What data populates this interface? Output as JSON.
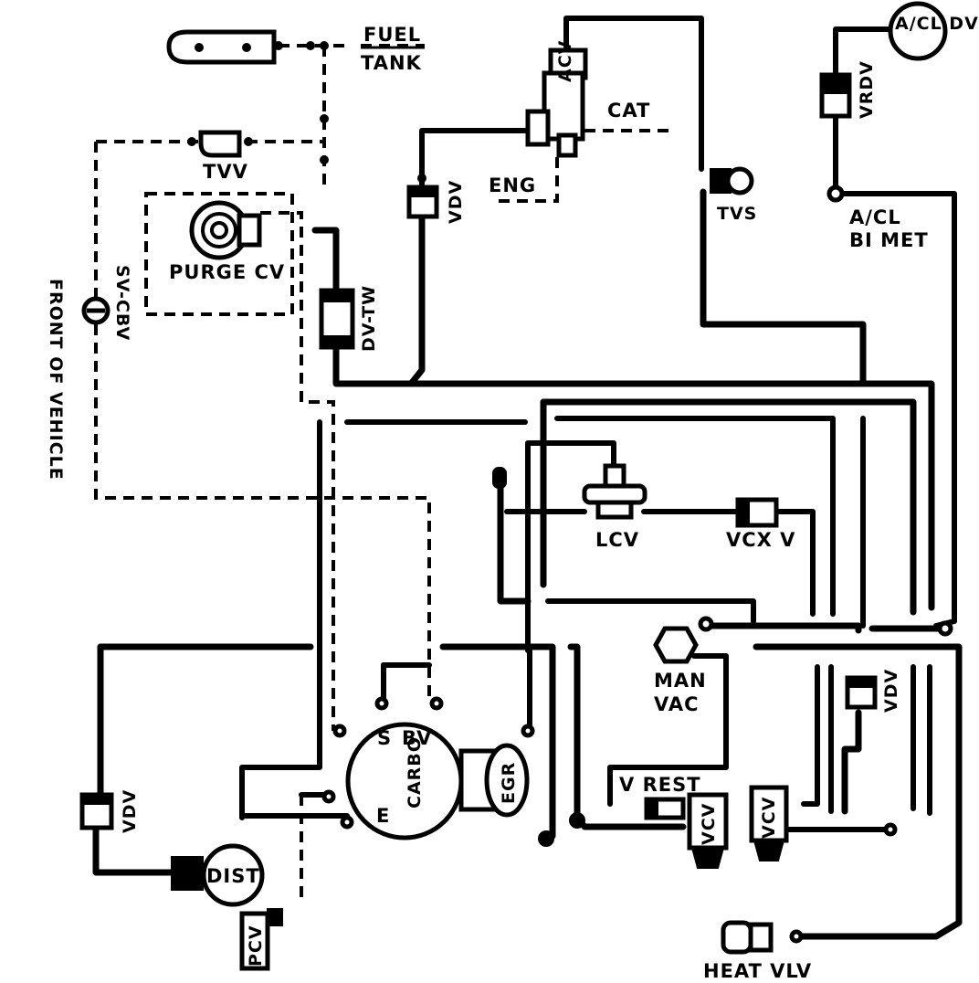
{
  "labels": {
    "fuel": "FUEL",
    "tank": "TANK",
    "cat": "CAT",
    "eng": "ENG",
    "acv": "ACV",
    "tvv": "TVV",
    "purge_cv": "PURGE CV",
    "vdv_upper": "VDV",
    "dv_tw": "DV-TW",
    "tvs": "TVS",
    "a_cl_dv": "A/CL DV",
    "vrdv": "VRDV",
    "a_cl": "A/CL",
    "bi_met": "BI MET",
    "sv_cbv": "SV-CBV",
    "front_of_vehicle": "FRONT OF VEHICLE",
    "lcv": "LCV",
    "vcx_v": "VCX V",
    "man": "MAN",
    "vac": "VAC",
    "vdv_right": "VDV",
    "v_rest": "V REST",
    "vcv": "VCV",
    "vcv_right": "VCV",
    "vdv_left": "VDV",
    "dist": "DIST",
    "carbo": "CARBO",
    "egr": "EGR",
    "port_s": "S",
    "port_bv": "BV",
    "port_e": "E",
    "pcv": "PCV",
    "heat_vlv": "HEAT VLV"
  }
}
